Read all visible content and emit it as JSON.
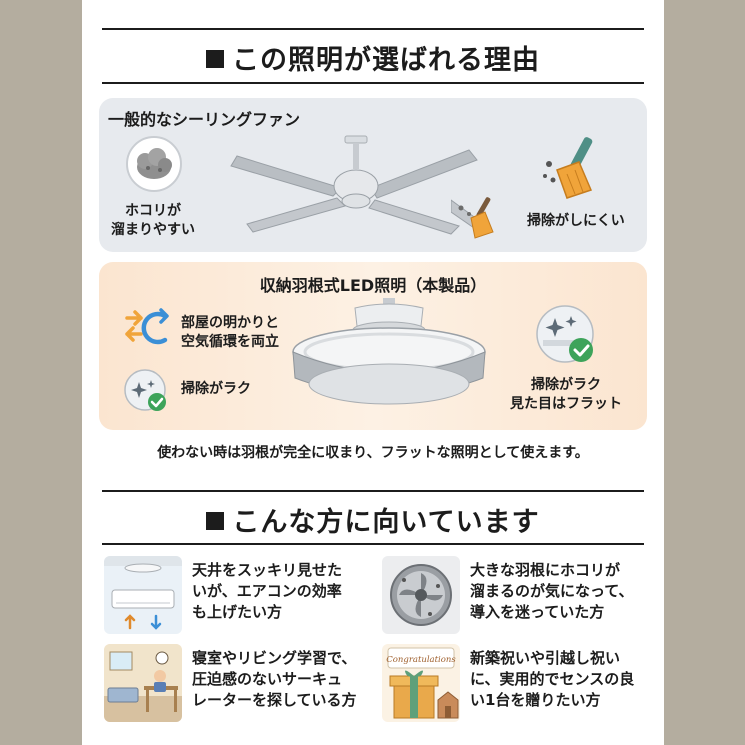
{
  "header": {
    "title": "この照明が選ばれる理由"
  },
  "general_fan": {
    "title": "一般的なシーリングファン",
    "dust_label": "ホコリが\n溜まりやすい",
    "clean_label": "掃除がしにくい"
  },
  "product": {
    "title": "収納羽根式LED照明（本製品）",
    "feature_airflow": "部屋の明かりと\n空気循環を両立",
    "feature_clean": "掃除がラク",
    "feature_flat": "掃除がラク\n見た目はフラット"
  },
  "note": "使わない時は羽根が完全に収まり、フラットな照明として使えます。",
  "section2": {
    "title": "こんな方に向いています",
    "items": [
      {
        "text": "天井をスッキリ見せた\nいが、エアコンの効率\nも上げたい方"
      },
      {
        "text": "大きな羽根にホコリが\n溜まるのが気になって、\n導入を迷っていた方"
      },
      {
        "text": "寝室やリビング学習で、\n圧迫感のないサーキュ\nレーターを探している方"
      },
      {
        "text": "新築祝いや引越し祝い\nに、実用的でセンスの良\nい1台を贈りたい方"
      }
    ],
    "gift_card_text": "Congratulations"
  },
  "colors": {
    "ink": "#1c1c1c",
    "frame": "#b4ad9f",
    "gray_card": "#e7eaee",
    "peach_card": "#fbe5d0",
    "check_green": "#3da35a",
    "swap_blue": "#3b8fd6",
    "swap_orange": "#f0a43a"
  }
}
